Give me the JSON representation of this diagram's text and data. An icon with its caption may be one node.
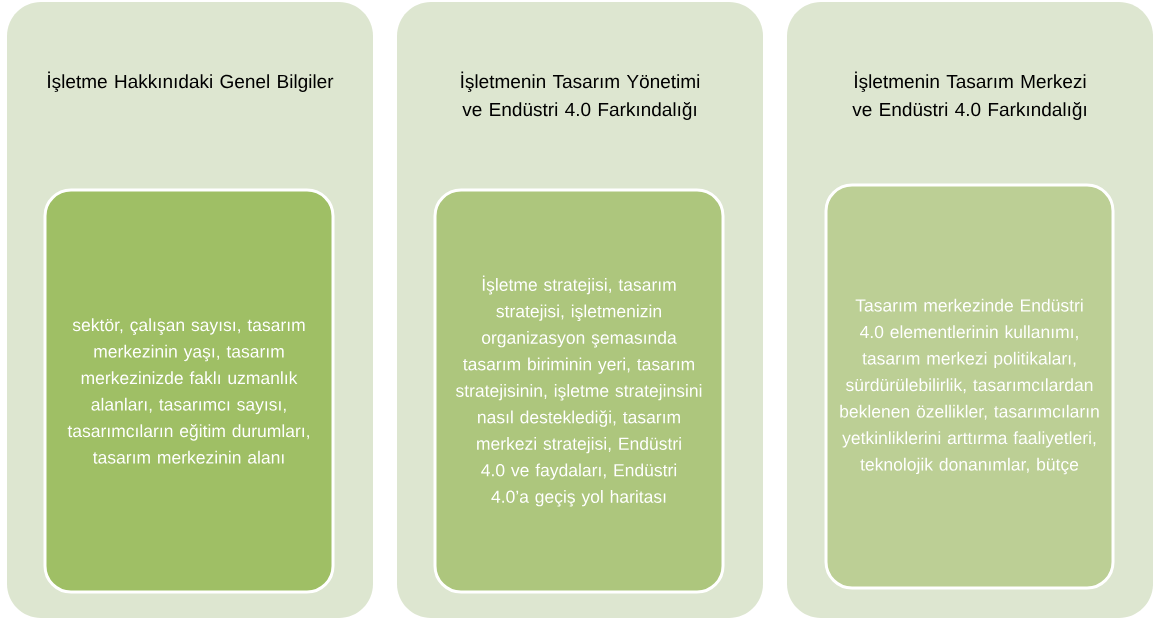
{
  "diagram": {
    "nodes": [
      {
        "text": [
          "İşletme Hakkınıdaki Genel Bilgiler"
        ]
      },
      {
        "text": [
          "sektör, çalışan sayısı, tasarım merkezinin yaşı, tasarım merkezinizde faklı uzmanlık alanları, tasarımcı sayısı, tasarımcıların eğitim durumları, tasarım merkezinin alanı"
        ],
        "in": 0
      },
      {
        "text": [
          "İşletmenin Tasarım Yönetimi ve Endüstri 4.0 Farkındalığı"
        ]
      },
      {
        "text": [
          "İşletme stratejisi, tasarım stratejisi, işletmenizin organizasyon şemasında tasarım biriminin yeri, tasarım stratejisinin, işletme stratejinsini nasıl desteklediği, tasarım merkezi stratejisi, Endüstri 4.0 ve faydaları, Endüstri 4.0’a geçiş yol haritası"
        ],
        "in": 2
      },
      {
        "text": [
          "İşletmenin Tasarım Merkezi ve Endüstri 4.0 Farkındalığı"
        ]
      },
      {
        "text": [
          "Tasarım merkezinde Endüstri 4.0 elementlerinin kullanımı, tasarım merkezi politikaları, sürdürülebilirlik, tasarımcılardan beklenen özellikler, tasarımcıların yetkinliklerini arttırma faaliyetleri, teknolojik donanımlar, bütçe"
        ],
        "in": 4
      }
    ]
  }
}
